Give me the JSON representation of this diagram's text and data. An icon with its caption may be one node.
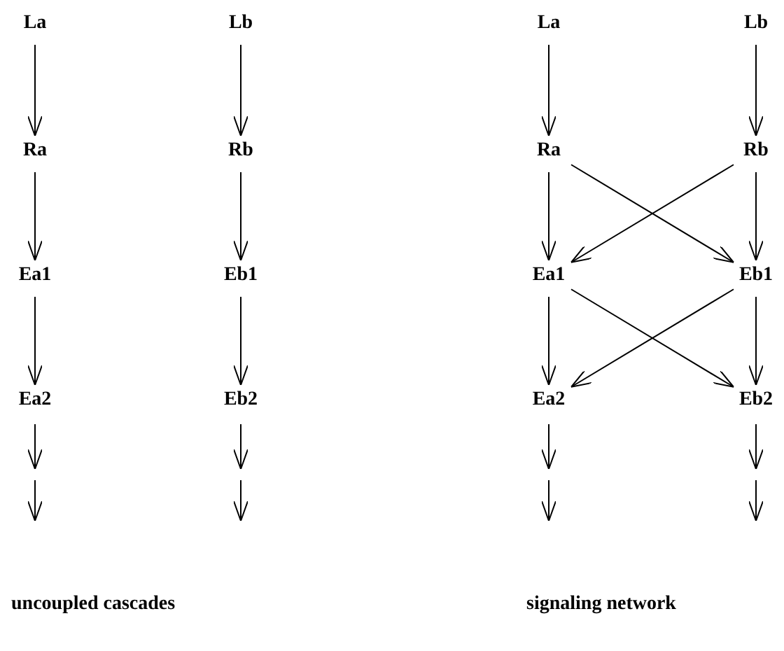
{
  "diagram": {
    "nodes": [
      {
        "text": [
          "La"
        ]
      },
      {
        "text": [
          "Ra"
        ]
      },
      {
        "text": [
          "Ea1"
        ]
      },
      {
        "text": [
          "Ea2"
        ]
      },
      {
        "text": [
          "Lb"
        ]
      },
      {
        "text": [
          "Rb"
        ]
      },
      {
        "text": [
          "Eb1"
        ]
      },
      {
        "text": [
          "Eb2"
        ]
      },
      {
        "text": [
          "La"
        ]
      },
      {
        "text": [
          "Ra"
        ]
      },
      {
        "text": [
          "Ea1"
        ]
      },
      {
        "text": [
          "Ea2"
        ]
      },
      {
        "text": [
          "Lb"
        ]
      },
      {
        "text": [
          "Rb"
        ]
      },
      {
        "text": [
          "Eb1"
        ]
      },
      {
        "text": [
          "Eb2"
        ]
      }
    ],
    "edges": [
      {
        "from": 0,
        "to": 1,
        "arrow": "to"
      },
      {
        "from": 1,
        "to": 2,
        "arrow": "to"
      },
      {
        "from": 2,
        "to": 3,
        "arrow": "to"
      },
      {
        "from": 3,
        "to": null,
        "arrow": "to"
      },
      {
        "from": 4,
        "to": 5,
        "arrow": "to"
      },
      {
        "from": 5,
        "to": 6,
        "arrow": "to"
      },
      {
        "from": 6,
        "to": 7,
        "arrow": "to"
      },
      {
        "from": 7,
        "to": null,
        "arrow": "to"
      },
      {
        "from": 8,
        "to": 9,
        "arrow": "to"
      },
      {
        "from": 9,
        "to": 10,
        "arrow": "to"
      },
      {
        "from": 9,
        "to": 14,
        "arrow": "to"
      },
      {
        "from": 12,
        "to": 13,
        "arrow": "to"
      },
      {
        "from": 13,
        "to": 10,
        "arrow": "to"
      },
      {
        "from": 13,
        "to": 14,
        "arrow": "to"
      },
      {
        "from": 10,
        "to": 11,
        "arrow": "to"
      },
      {
        "from": 10,
        "to": 15,
        "arrow": "to"
      },
      {
        "from": 14,
        "to": 11,
        "arrow": "to"
      },
      {
        "from": 14,
        "to": 15,
        "arrow": "to"
      },
      {
        "from": 11,
        "to": null,
        "arrow": "to"
      },
      {
        "from": 15,
        "to": null,
        "arrow": "to"
      }
    ],
    "labels": [
      "uncoupled cascades",
      "signaling network"
    ]
  }
}
